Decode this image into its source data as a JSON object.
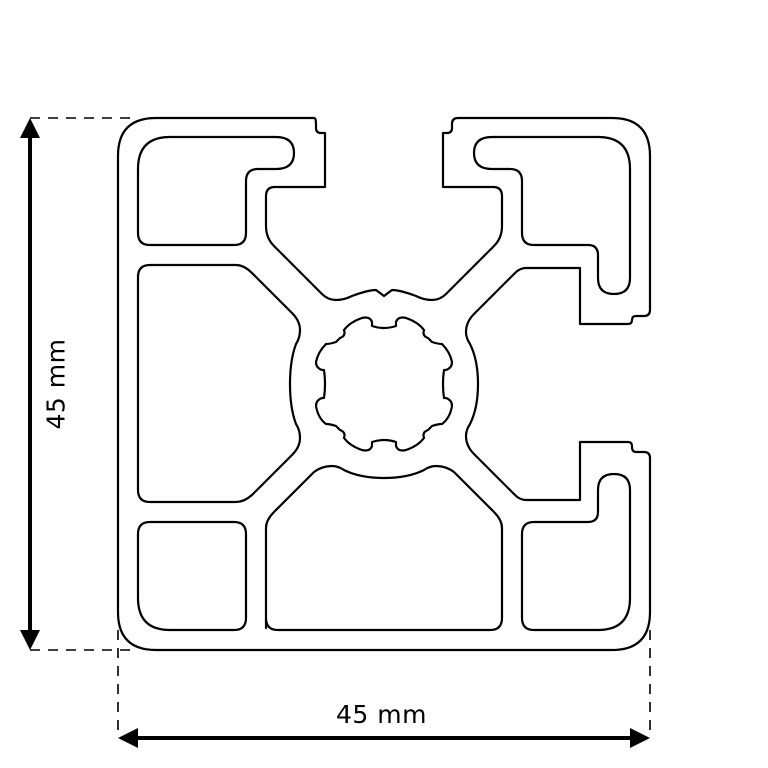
{
  "drawing": {
    "subject": "aluminium-profile-cross-section",
    "outline_color": "#000000",
    "background_color": "#ffffff"
  },
  "dimensions": {
    "width": {
      "value": 45,
      "unit": "mm",
      "label": "45 mm"
    },
    "height": {
      "value": 45,
      "unit": "mm",
      "label": "45 mm"
    }
  }
}
